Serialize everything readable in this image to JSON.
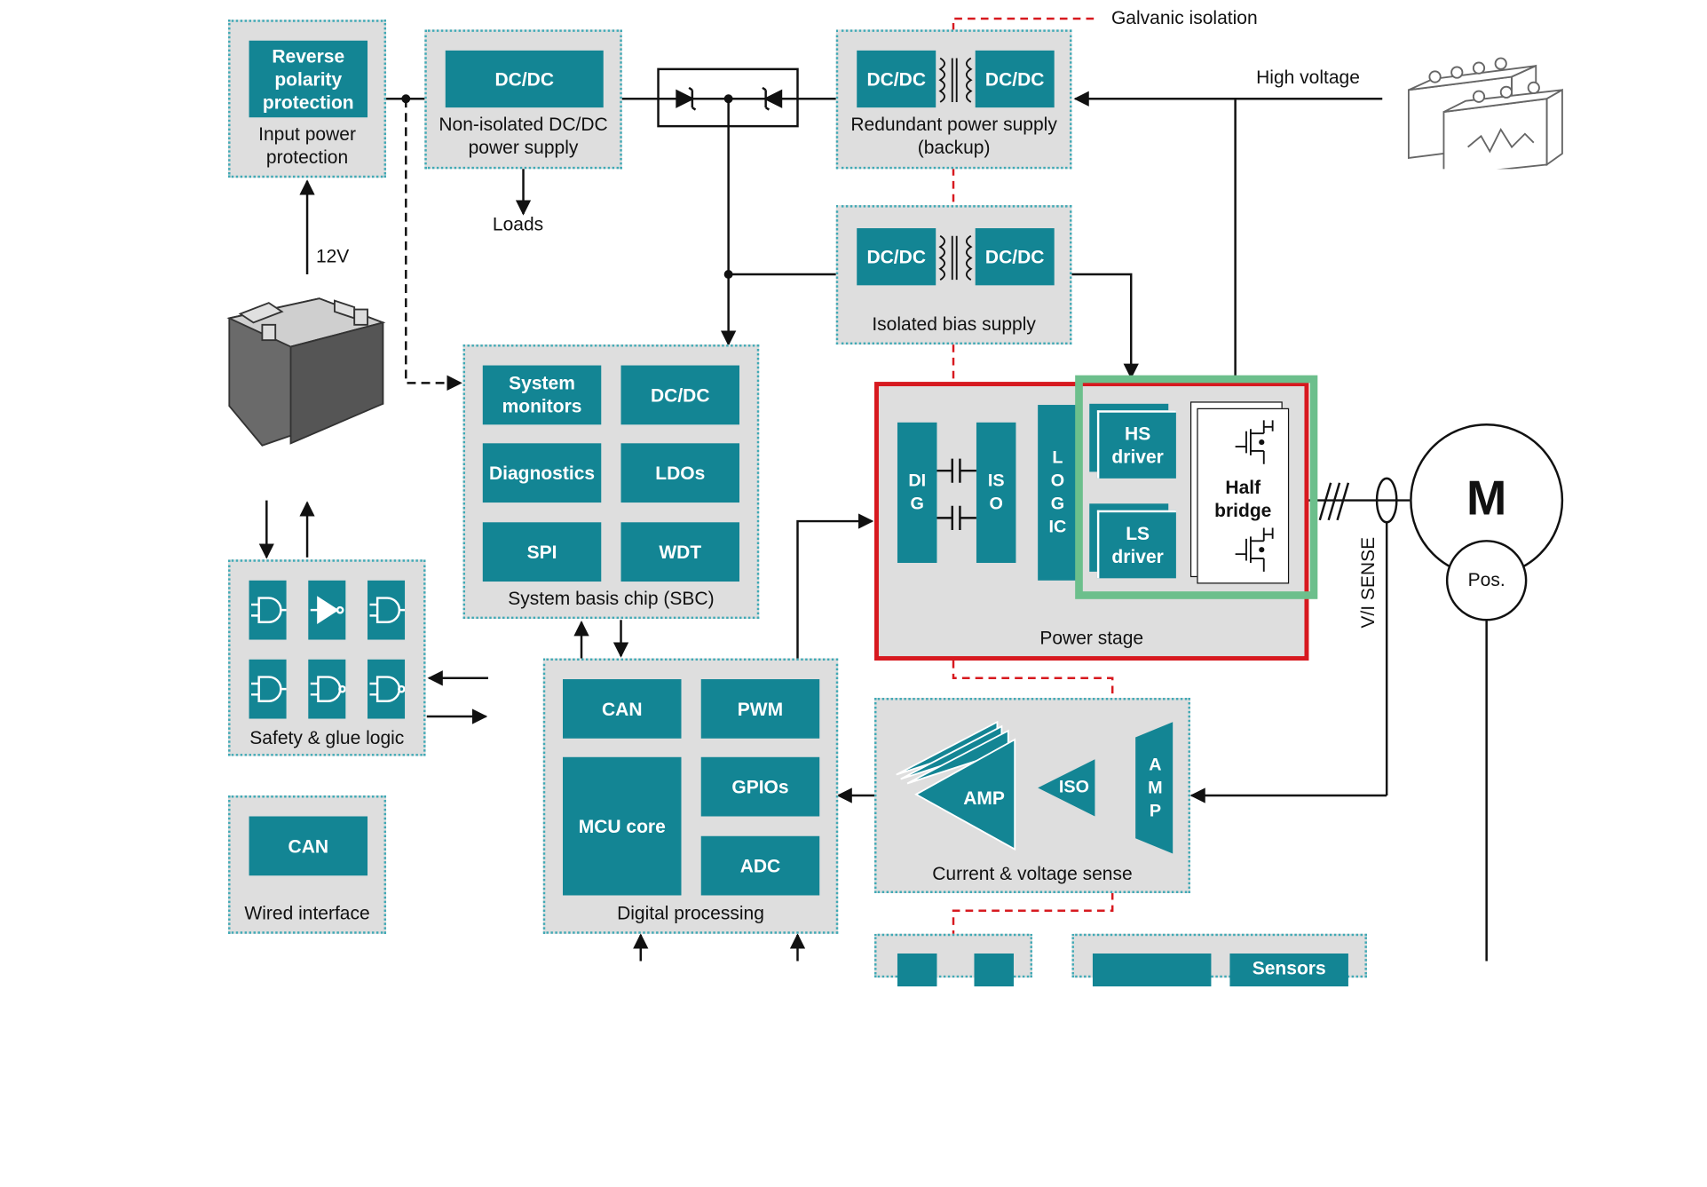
{
  "colors": {
    "teal": "#138594",
    "group_bg": "#dedede",
    "group_border": "#3fa9b5",
    "power_stage_border": "#d7191f",
    "highlight": "#6cbf8c",
    "isolation_line": "#d7191f"
  },
  "labels": {
    "galvanic_isolation": "Galvanic isolation",
    "high_voltage": "High voltage",
    "loads": "Loads",
    "v12": "12V",
    "vi_sense": "V/I SENSE",
    "motor": "M",
    "pos": "Pos."
  },
  "input_protection": {
    "block": "Reverse polarity protection",
    "caption": "Input power protection"
  },
  "non_isolated": {
    "block": "DC/DC",
    "caption": "Non-isolated DC/DC power supply"
  },
  "redundant": {
    "left": "DC/DC",
    "right": "DC/DC",
    "caption": "Redundant power supply (backup)"
  },
  "isolated_bias": {
    "left": "DC/DC",
    "right": "DC/DC",
    "caption": "Isolated bias supply"
  },
  "sbc": {
    "caption": "System basis chip (SBC)",
    "blocks": [
      "System monitors",
      "DC/DC",
      "Diagnostics",
      "LDOs",
      "SPI",
      "WDT"
    ]
  },
  "power_stage": {
    "caption": "Power stage",
    "dig": "DIG",
    "iso": "ISO",
    "logic": "LOGIC",
    "hs_driver": "HS driver",
    "ls_driver": "LS driver",
    "half_bridge": "Half bridge"
  },
  "safety": {
    "caption": "Safety & glue logic",
    "gates": [
      "and-gate-icon",
      "buffer-gate-icon",
      "and-gate-icon",
      "and-gate-icon",
      "nand-gate-icon",
      "nand-gate-icon"
    ]
  },
  "wired": {
    "block": "CAN",
    "caption": "Wired interface"
  },
  "digital": {
    "caption": "Digital processing",
    "can": "CAN",
    "pwm": "PWM",
    "gpios": "GPIOs",
    "mcu": "MCU core",
    "adc": "ADC"
  },
  "sense": {
    "caption": "Current & voltage sense",
    "amp": "AMP",
    "iso": "ISO",
    "amp_v": "AMP"
  },
  "bottom_partial": {
    "sensors": "Sensors"
  }
}
